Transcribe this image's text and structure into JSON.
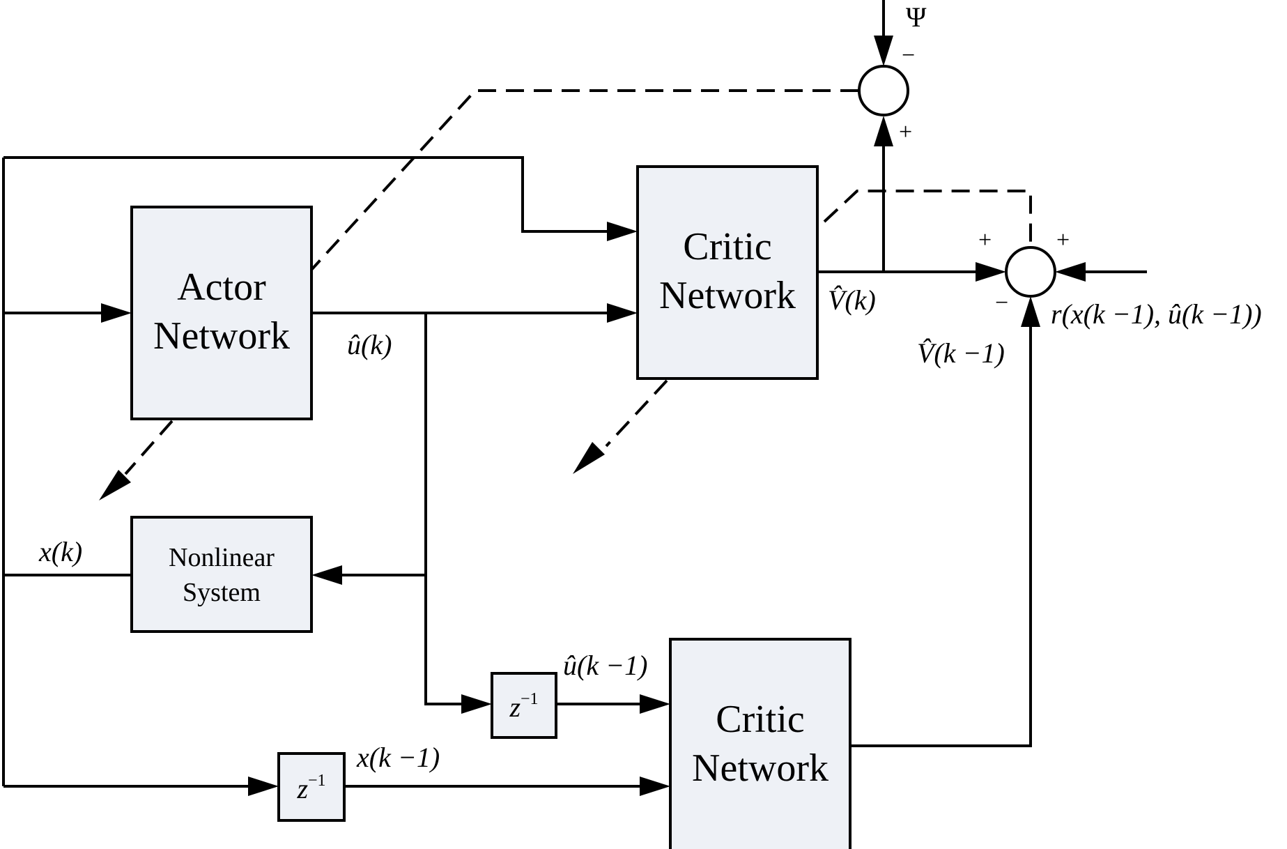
{
  "blocks": {
    "actor": {
      "line1": "Actor",
      "line2": "Network"
    },
    "critic_top": {
      "line1": "Critic",
      "line2": "Network"
    },
    "critic_bottom": {
      "line1": "Critic",
      "line2": "Network"
    },
    "nonlinear": {
      "line1": "Nonlinear",
      "line2": "System"
    },
    "delay_u": {
      "base": "z",
      "exp": "−1"
    },
    "delay_x": {
      "base": "z",
      "exp": "−1"
    }
  },
  "labels": {
    "psi": "Ψ",
    "u_k": "û(k)",
    "x_k": "x(k)",
    "v_k": "V̂(k)",
    "v_k_minus_1": "V̂(k −1)",
    "u_k_minus_1": "û(k −1)",
    "x_k_minus_1": "x(k −1)",
    "reward": "r(x(k −1), û(k −1))"
  },
  "signs": {
    "top_sum_top": "−",
    "top_sum_bottom": "+",
    "right_sum_left": "+",
    "right_sum_right": "+",
    "right_sum_bottom": "−"
  }
}
